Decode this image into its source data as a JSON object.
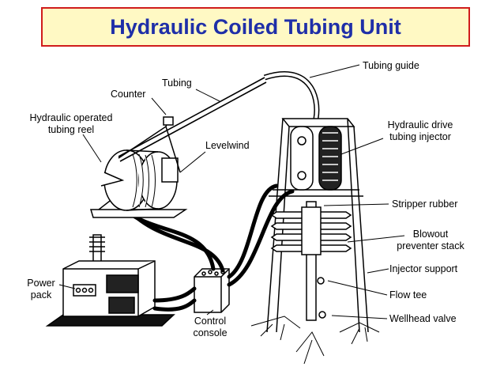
{
  "title": "Hydraulic Coiled Tubing Unit",
  "labels": {
    "tubing_guide": "Tubing guide",
    "tubing": "Tubing",
    "counter": "Counter",
    "reel_1": "Hydraulic operated",
    "reel_2": "tubing reel",
    "levelwind": "Levelwind",
    "drive_1": "Hydraulic drive",
    "drive_2": "tubing injector",
    "stripper": "Stripper rubber",
    "bop_1": "Blowout",
    "bop_2": "preventer stack",
    "support": "Injector support",
    "power_1": "Power",
    "power_2": "pack",
    "console_1": "Control",
    "console_2": "console",
    "flow_tee": "Flow tee",
    "wellhead": "Wellhead valve"
  },
  "colors": {
    "title_text": "#1f2fa8",
    "title_bg": "#fff9c4",
    "title_border": "#d01c1c"
  }
}
